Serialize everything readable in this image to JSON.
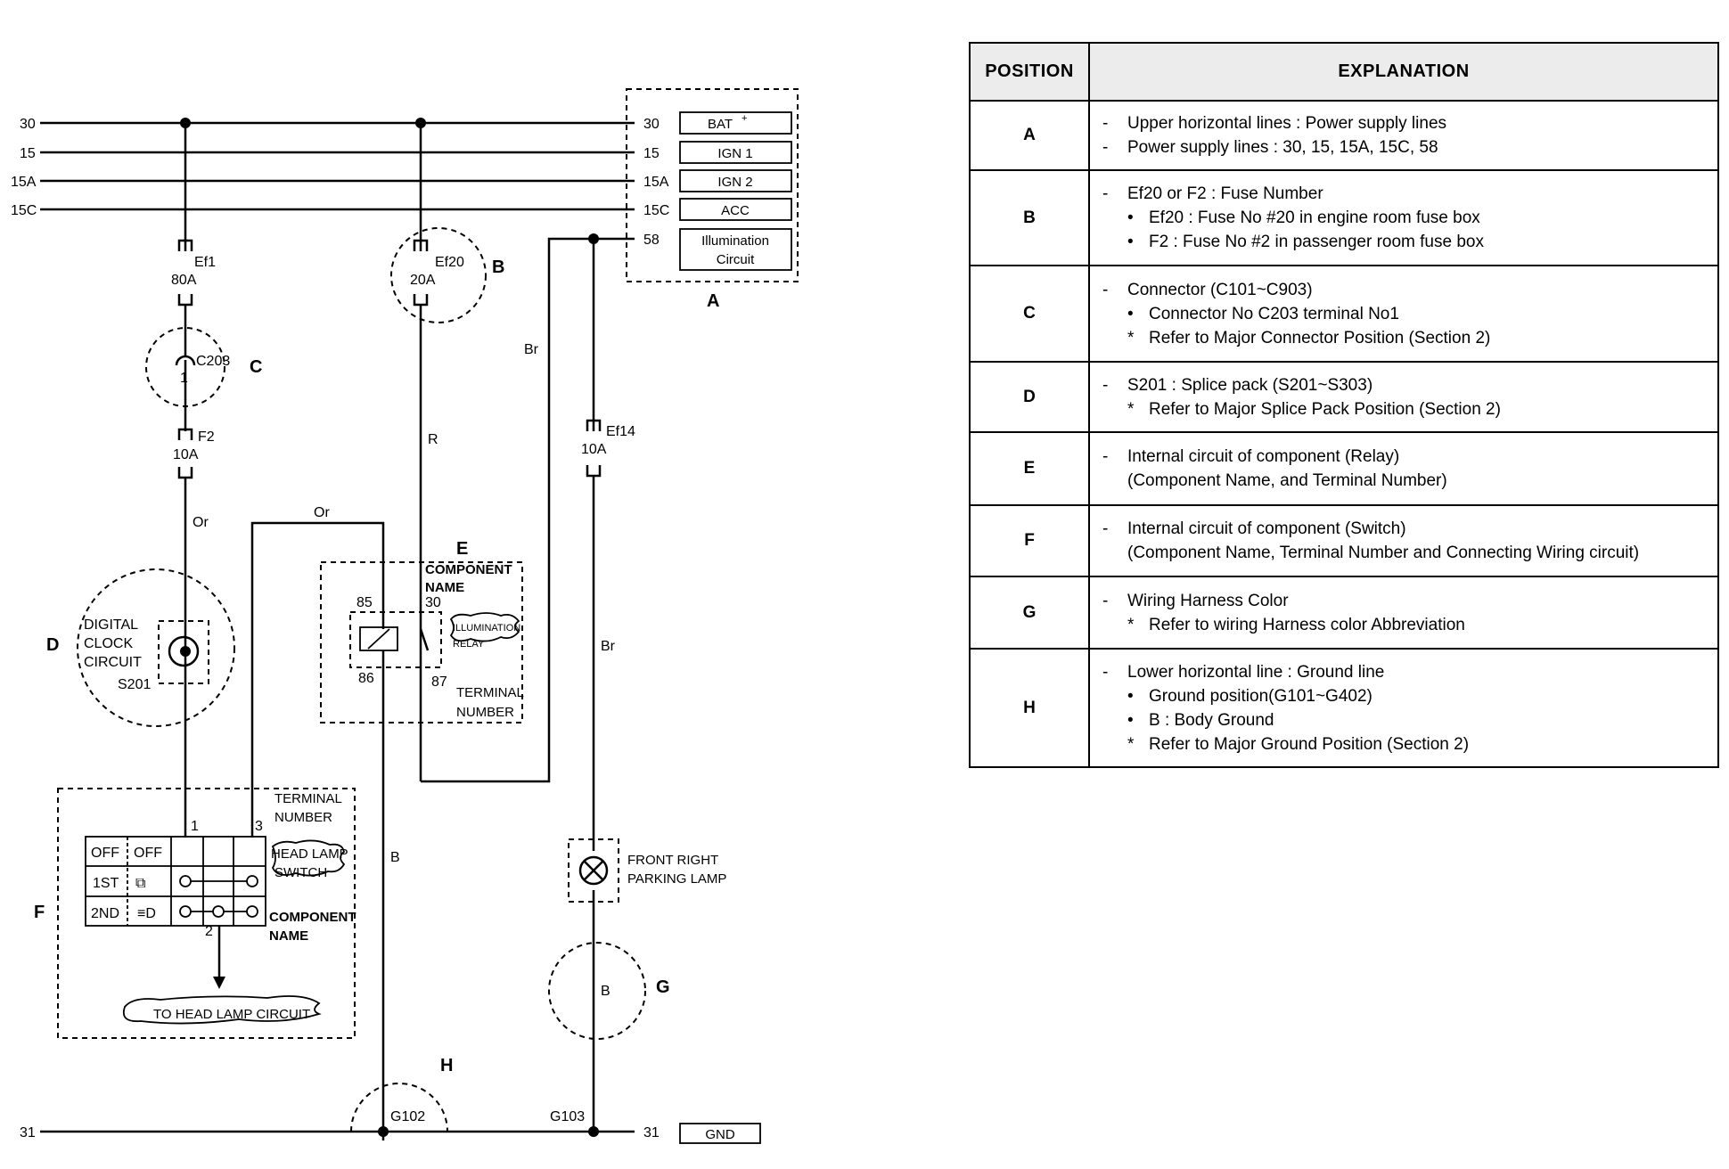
{
  "diagram": {
    "rails": {
      "left_labels": [
        "30",
        "15",
        "15A",
        "15C"
      ],
      "right_labels": [
        "30",
        "15",
        "15A",
        "15C",
        "58"
      ],
      "boxes": [
        "BAT",
        "IGN 1",
        "IGN 2",
        "ACC"
      ],
      "bat_superscript": "+",
      "illumination_box": [
        "Illumination",
        "Circuit"
      ],
      "ground_left": "31",
      "ground_right": "31",
      "ground_box": "GND"
    },
    "position_letters": {
      "A": "A",
      "B": "B",
      "C": "C",
      "D": "D",
      "E": "E",
      "F": "F",
      "G": "G",
      "H": "H"
    },
    "fuses": {
      "ef1": "Ef1",
      "ef1_rating": "80A",
      "ef20": "Ef20",
      "ef20_rating": "20A",
      "f2": "F2",
      "f2_rating": "10A",
      "ef14": "Ef14",
      "ef14_rating": "10A"
    },
    "connector": {
      "name": "C203",
      "pin": "1"
    },
    "clock": {
      "lines": [
        "DIGITAL",
        "CLOCK",
        "CIRCUIT"
      ],
      "splice": "S201"
    },
    "wire_colors": {
      "or_vertical": "Or",
      "or_horizontal": "Or",
      "br_top": "Br",
      "br_mid": "Br",
      "r": "R",
      "b_switch": "B",
      "b_ground": "B"
    },
    "relay": {
      "component_name": [
        "COMPONENT",
        "NAME"
      ],
      "pin_85": "85",
      "pin_30": "30",
      "pin_86": "86",
      "pin_87": "87",
      "cloud_label": [
        "ILLUMINATION",
        "RELAY"
      ],
      "terminal_number": [
        "TERMINAL",
        "NUMBER"
      ]
    },
    "switch": {
      "terminal_number": [
        "TERMINAL",
        "NUMBER"
      ],
      "pin_1": "1",
      "pin_3": "3",
      "pin_2": "2",
      "rows": [
        {
          "label": "OFF",
          "sym": "OFF"
        },
        {
          "label": "1ST",
          "sym": "⧉"
        },
        {
          "label": "2ND",
          "sym": "≡D"
        }
      ],
      "cloud_label": [
        "HEAD LAMP",
        "SWITCH"
      ],
      "component_name": [
        "COMPONENT",
        "NAME"
      ],
      "to_circuit": "TO HEAD LAMP CIRCUIT"
    },
    "lamp": {
      "lines": [
        "FRONT RIGHT",
        "PARKING LAMP"
      ]
    },
    "grounds": {
      "g102": "G102",
      "g103": "G103"
    }
  },
  "table": {
    "headers": {
      "position": "POSITION",
      "explanation": "EXPLANATION"
    },
    "rows": [
      {
        "position": "A",
        "lines": [
          {
            "marker": "-",
            "text": "Upper horizontal lines : Power supply lines"
          },
          {
            "marker": "-",
            "text": "Power supply lines : 30, 15, 15A, 15C, 58"
          }
        ]
      },
      {
        "position": "B",
        "lines": [
          {
            "marker": "-",
            "text": "Ef20 or F2 : Fuse Number"
          },
          {
            "marker": "•",
            "text": "Ef20 : Fuse No #20 in engine room fuse box"
          },
          {
            "marker": "•",
            "text": "F2 : Fuse No #2 in passenger room fuse box"
          }
        ]
      },
      {
        "position": "C",
        "lines": [
          {
            "marker": "-",
            "text": "Connector (C101~C903)"
          },
          {
            "marker": "•",
            "text": "Connector No C203 terminal No1"
          },
          {
            "marker": "*",
            "text": "Refer to Major Connector Position (Section 2)"
          }
        ]
      },
      {
        "position": "D",
        "lines": [
          {
            "marker": "-",
            "text": "S201 : Splice pack (S201~S303)"
          },
          {
            "marker": "*",
            "text": "Refer to Major Splice Pack Position (Section 2)"
          }
        ]
      },
      {
        "position": "E",
        "lines": [
          {
            "marker": "-",
            "text": "Internal circuit of component (Relay)"
          },
          {
            "marker": "",
            "text": "(Component Name, and Terminal Number)"
          }
        ]
      },
      {
        "position": "F",
        "lines": [
          {
            "marker": "-",
            "text": "Internal circuit of component (Switch)"
          },
          {
            "marker": "",
            "text": "(Component Name, Terminal Number and Connecting Wiring circuit)"
          }
        ]
      },
      {
        "position": "G",
        "lines": [
          {
            "marker": "-",
            "text": "Wiring Harness Color"
          },
          {
            "marker": "*",
            "text": "Refer to wiring Harness color Abbreviation"
          }
        ]
      },
      {
        "position": "H",
        "lines": [
          {
            "marker": "-",
            "text": "Lower horizontal line : Ground line"
          },
          {
            "marker": "•",
            "text": "Ground position(G101~G402)"
          },
          {
            "marker": "•",
            "text": "B : Body Ground"
          },
          {
            "marker": "*",
            "text": "Refer to Major Ground Position (Section 2)"
          }
        ]
      }
    ]
  }
}
